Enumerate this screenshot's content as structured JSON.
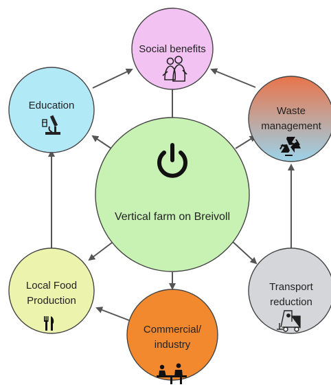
{
  "center": {
    "label": "Vertical farm on Breivoll",
    "icon": "power-icon",
    "color": "#c8f2b4"
  },
  "nodes": {
    "social": {
      "label": "Social benefits",
      "icon": "people-icon",
      "color": "#f2c2f2"
    },
    "education": {
      "label": "Education",
      "icon": "microscope-icon",
      "color": "#b2e9f7"
    },
    "waste": {
      "lines": [
        "Waste",
        "management"
      ],
      "icon": "recycle-icon",
      "color_top": "#e9744a",
      "color_bottom": "#9bd3ea"
    },
    "local_food": {
      "lines": [
        "Local Food",
        "Production"
      ],
      "icon": "fork-knife-icon",
      "color": "#ecf3ac"
    },
    "transport": {
      "lines": [
        "Transport",
        "reduction"
      ],
      "icon": "forklift-icon",
      "color": "#d5d6d9"
    },
    "commercial": {
      "lines": [
        "Commercial/",
        "industry"
      ],
      "icon": "business-meeting-icon",
      "color": "#f2892e"
    }
  }
}
